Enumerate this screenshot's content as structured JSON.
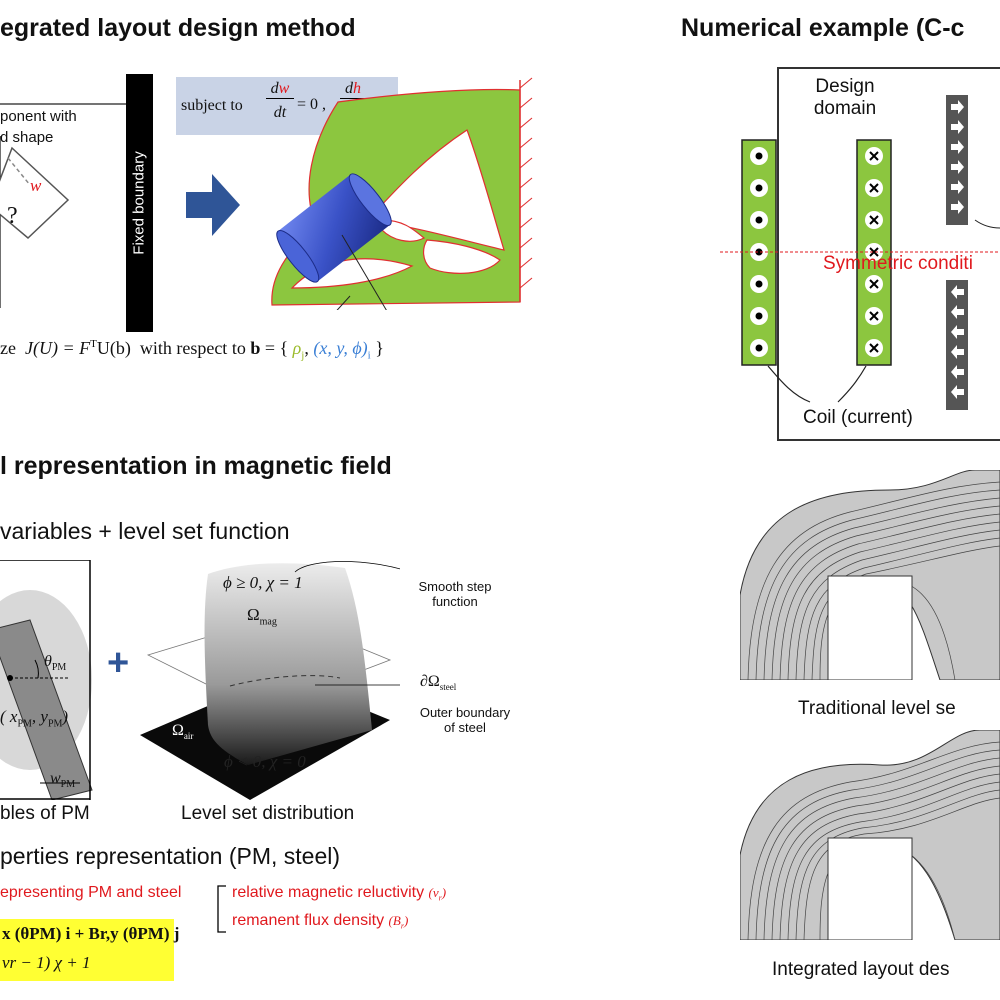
{
  "colors": {
    "steel_green": "#8cc63f",
    "magnet_blue": "#3a52c7",
    "arrow_blue": "#2f5597",
    "red_text": "#e0191e",
    "highlight_yellow": "#ffff33",
    "formula_box": "#c9d3e6"
  },
  "section1": {
    "title": "egrated layout design method",
    "component_label": [
      "ponent with",
      "d shape"
    ],
    "w_label": "w",
    "question": "?",
    "fixed_boundary": "Fixed boundary",
    "constraint": {
      "prefix": "subject to",
      "d1": "d",
      "w": "w",
      "dt": "dt",
      "eq0": "= 0 ,",
      "d2": "d",
      "h": "h",
      "eq": "= 0"
    },
    "objective": {
      "z": "ze",
      "J": "J(U) = F",
      "T": "T",
      "Ub": "U(b)",
      "wrt": "with respect to",
      "b": "b",
      "eq": "=",
      "rho": "ρ",
      "j": "j",
      "comma": ",",
      "xyphi": "(x, y, ϕ)",
      "i": "i"
    }
  },
  "section2": {
    "title": "l representation in magnetic field",
    "subtitle": "variables + level set function",
    "theta_pm": "θ",
    "theta_sub": "PM",
    "xy_pm": "( x",
    "xy_sub1": "PM",
    "xy_mid": ", y",
    "xy_sub2": "PM",
    "xy_end": ")",
    "w_pm": "w",
    "w_sub": "PM",
    "caption_left": "bles of PM",
    "plus": "+",
    "phi_ge": "ϕ ≥ 0,  χ = 1",
    "omega_mag": "Ω",
    "omega_mag_sub": "mag",
    "smooth_step": [
      "Smooth step",
      "function"
    ],
    "d_omega": "∂Ω",
    "d_omega_sub": "steel",
    "outer_boundary": [
      "Outer boundary",
      "of steel"
    ],
    "omega_air": "Ω",
    "omega_air_sub": "air",
    "phi_lt": "ϕ < 0,  χ = 0",
    "caption_right": "Level set distribution"
  },
  "section3": {
    "title": "perties representation (PM, steel)",
    "representing": "epresenting PM and steel",
    "reluctivity": "relative magnetic reluctivity",
    "nu_r": "(ν",
    "nu_sub": "r",
    "close": ")",
    "remanent": "remanent flux density",
    "b_r": "(B",
    "b_sub": "r",
    "formula1": "x (θPM) i + Br,y (θPM) j",
    "formula2": "νr − 1) χ + 1"
  },
  "section4": {
    "title": "Numerical example (C-c",
    "design_domain": [
      "Design",
      "domain"
    ],
    "symmetric": "Symmetric conditi",
    "coil_label": "Coil (current)",
    "caption_traditional": "Traditional level se",
    "caption_integrated": "Integrated layout des"
  }
}
